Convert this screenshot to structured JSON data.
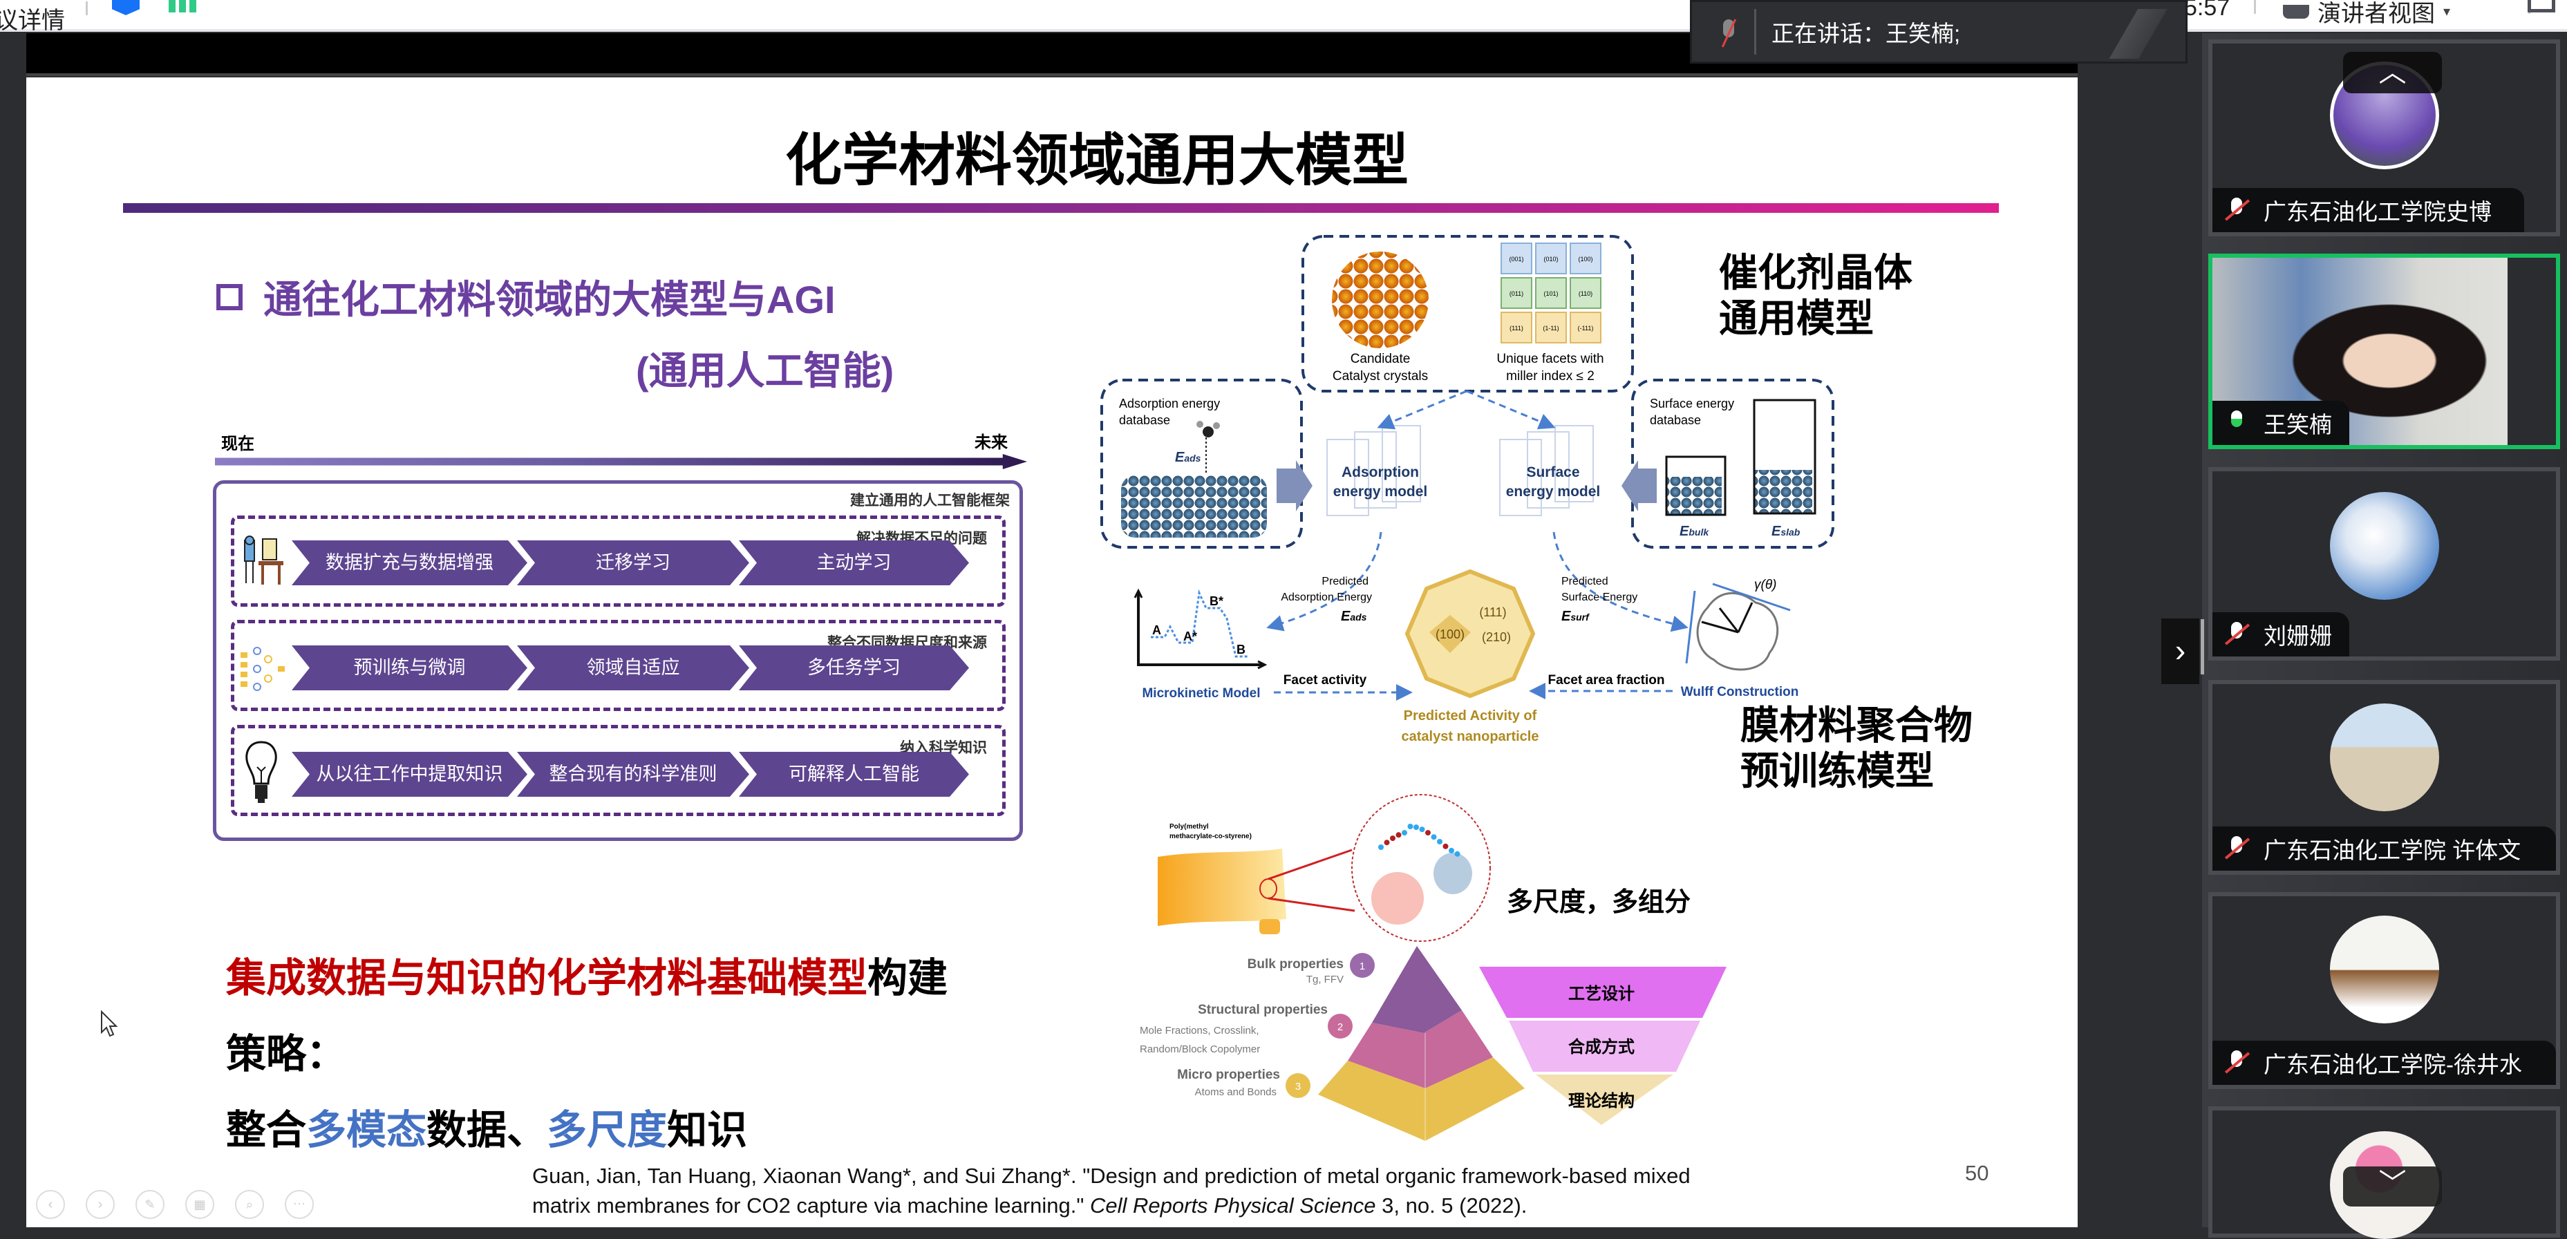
{
  "topbar": {
    "left_text": "议详情",
    "clock": "5:57",
    "view_mode": "演讲者视图"
  },
  "speaking": {
    "label": "正在讲话：",
    "name": "王笑楠;"
  },
  "slide": {
    "title": "化学材料领域通用大模型",
    "subtitle_line1": "通往化工材料领域的大模型与AGI",
    "subtitle_line2": "(通用人工智能)",
    "timeline": {
      "start": "现在",
      "end": "未来"
    },
    "framework_label": "建立通用的人工智能框架",
    "groups": [
      {
        "label": "解决数据不足的问题",
        "steps": [
          "数据扩充与数据增强",
          "迁移学习",
          "主动学习"
        ]
      },
      {
        "label": "整合不同数据尺度和来源",
        "steps": [
          "预训练与微调",
          "领域自适应",
          "多任务学习"
        ]
      },
      {
        "label": "纳入科学知识",
        "steps": [
          "从以往工作中提取知识",
          "整合现有的科学准则",
          "可解释人工智能"
        ]
      }
    ],
    "conclusion": {
      "red": "集成数据与知识的化学材料基础模型",
      "black": "构建",
      "strategy": "策略：",
      "p1": "整合",
      "b1": "多模态",
      "p2": "数据、",
      "b2": "多尺度",
      "p3": "知识"
    },
    "catalyst_heading": [
      "催化剂晶体",
      "通用模型"
    ],
    "membrane_heading": [
      "膜材料聚合物",
      "预训练模型"
    ],
    "catalyst_diagram": {
      "candidate": [
        "Candidate",
        "Catalyst crystals"
      ],
      "facets": [
        "Unique facets with",
        "miller index ≤ 2"
      ],
      "facet_labels": [
        "(001)",
        "(010)",
        "(100)",
        "(011)",
        "(101)",
        "(110)",
        "(111)",
        "(1-11)",
        "(-111)"
      ],
      "ads_db": [
        "Adsorption energy",
        "database"
      ],
      "surf_db": [
        "Surface energy",
        "database"
      ],
      "e_ads": "E",
      "e_ads_sub": "ads",
      "e_bulk": "E",
      "e_bulk_sub": "bulk",
      "e_slab": "E",
      "e_slab_sub": "slab",
      "ads_model": [
        "Adsorption",
        "energy model"
      ],
      "surf_model": [
        "Surface",
        "energy model"
      ],
      "pred_ads": [
        "Predicted",
        "Adsorption Energy"
      ],
      "pred_surf": [
        "Predicted",
        "Surface Energy"
      ],
      "e_surf_sub": "surf",
      "energy_labels": [
        "A",
        "A*",
        "B*",
        "B"
      ],
      "gamma": "γ(θ)",
      "facet_nums": [
        "(111)",
        "(100)",
        "(210)"
      ],
      "microkinetic": "Microkinetic Model",
      "facet_activity": "Facet activity",
      "facet_area": "Facet area fraction",
      "wulff": "Wulff Construction",
      "predicted_activity": [
        "Predicted Activity of",
        "catalyst nanoparticle"
      ]
    },
    "polymer": {
      "name": [
        "Poly(methyl",
        "methacrylate-co-styrene)"
      ],
      "multiscale": "多尺度，多组分",
      "levels": [
        {
          "title": "Bulk properties",
          "desc": [
            "Tg, FFV"
          ],
          "num": "1"
        },
        {
          "title": "Structural properties",
          "desc": [
            "Mole Fractions, Crosslink,",
            "Random/Block Copolymer"
          ],
          "num": "2"
        },
        {
          "title": "Micro properties",
          "desc": [
            "Atoms and Bonds"
          ],
          "num": "3"
        }
      ],
      "funnel": [
        "工艺设计",
        "合成方式",
        "理论结构"
      ]
    },
    "citation_line1": "Guan, Jian, Tan Huang, Xiaonan Wang*, and Sui Zhang*. \"Design and prediction of metal organic framework-based mixed",
    "citation_line2a": "matrix membranes for CO2 capture via machine learning.\" ",
    "citation_journal": "Cell Reports Physical Science",
    "citation_line2b": " 3, no. 5 (2022).",
    "page_number": "50"
  },
  "participants": [
    {
      "name": "广东石油化工学院史博",
      "muted": true
    },
    {
      "name": "王笑楠",
      "muted": false,
      "speaking": true
    },
    {
      "name": "刘姗姗",
      "muted": true
    },
    {
      "name": "广东石油化工学院 许体文",
      "muted": true
    },
    {
      "name": "广东石油化工学院-徐井水",
      "muted": true
    }
  ],
  "colors": {
    "accent_purple": "#5e4590",
    "title_purple": "#6b3fa0",
    "red": "#c00000",
    "blue": "#4472c4",
    "speaking_green": "#17c05f"
  }
}
